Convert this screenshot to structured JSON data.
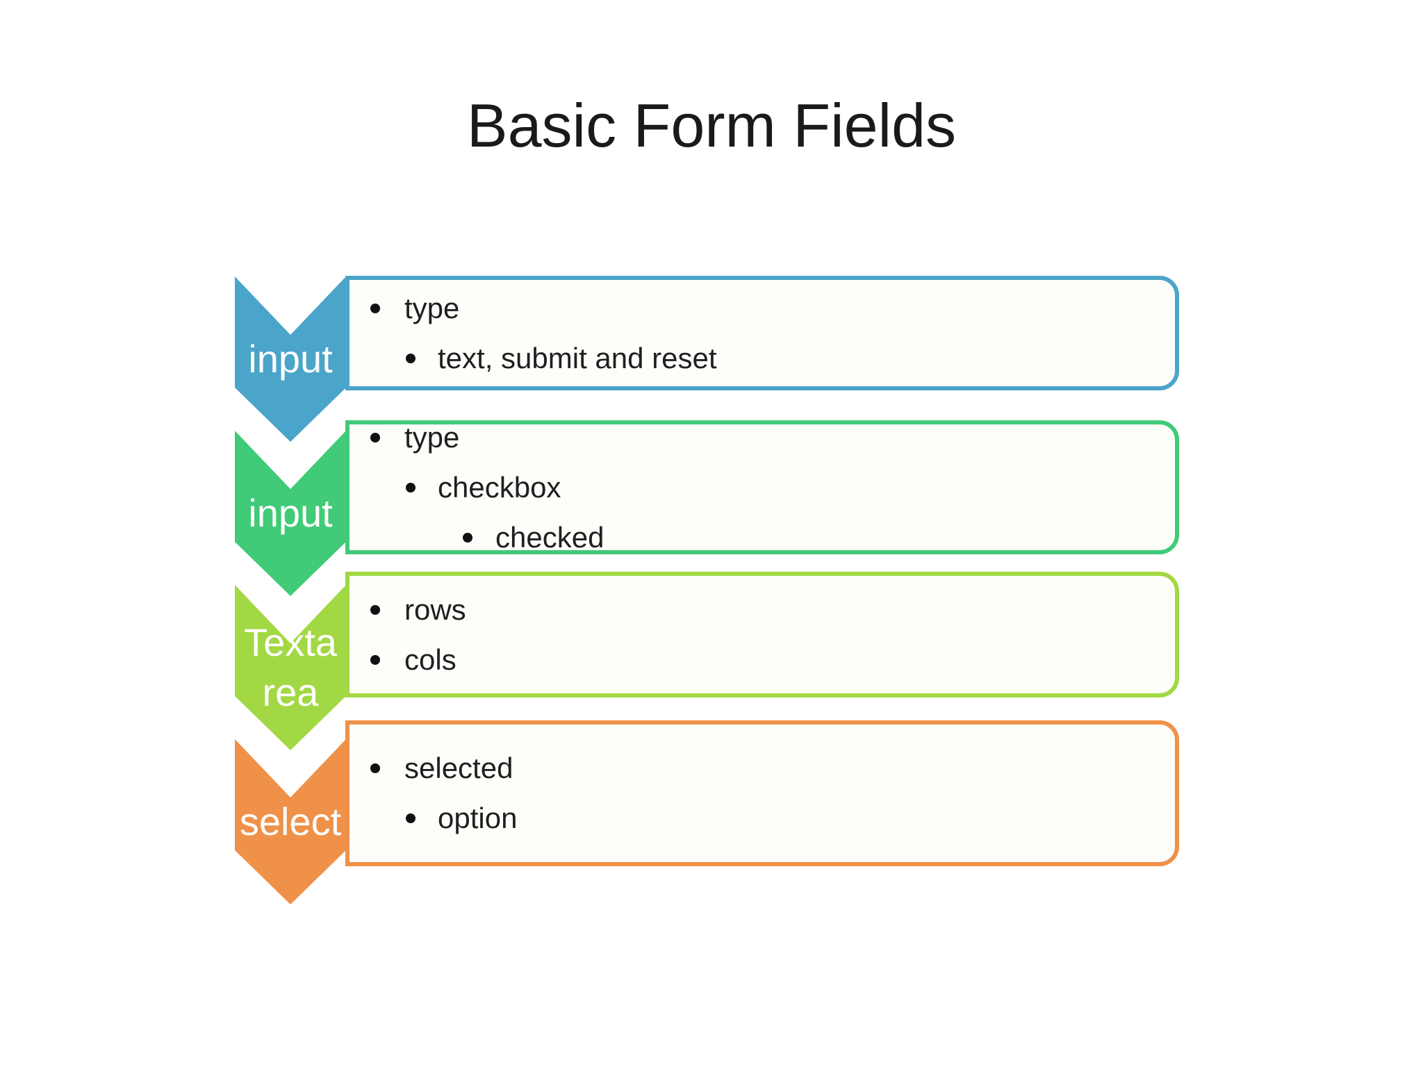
{
  "title": "Basic Form Fields",
  "colors": {
    "title_text": "#1a1a1a",
    "body_text": "#1f1f1f",
    "arrow_label_text": "#ffffff",
    "box_fill": "#fdfdfa",
    "row_blue": "#4ba4c9",
    "row_green": "#41ca77",
    "row_lime": "#a2d844",
    "row_orange": "#ef9148"
  },
  "rows": [
    {
      "arrow_label": "input",
      "color": "#4ba4c9",
      "items": [
        {
          "level": 1,
          "text": "type"
        },
        {
          "level": 2,
          "text": "text, submit and reset"
        }
      ]
    },
    {
      "arrow_label": "input",
      "color": "#41ca77",
      "items": [
        {
          "level": 1,
          "text": "type"
        },
        {
          "level": 2,
          "text": "checkbox"
        },
        {
          "level": 3,
          "text": "checked"
        }
      ]
    },
    {
      "arrow_label": "Texta\nrea",
      "color": "#a2d844",
      "items": [
        {
          "level": 1,
          "text": "rows"
        },
        {
          "level": 1,
          "text": "cols"
        }
      ]
    },
    {
      "arrow_label": "select",
      "color": "#ef9148",
      "items": [
        {
          "level": 1,
          "text": "selected"
        },
        {
          "level": 2,
          "text": "option"
        }
      ]
    }
  ]
}
